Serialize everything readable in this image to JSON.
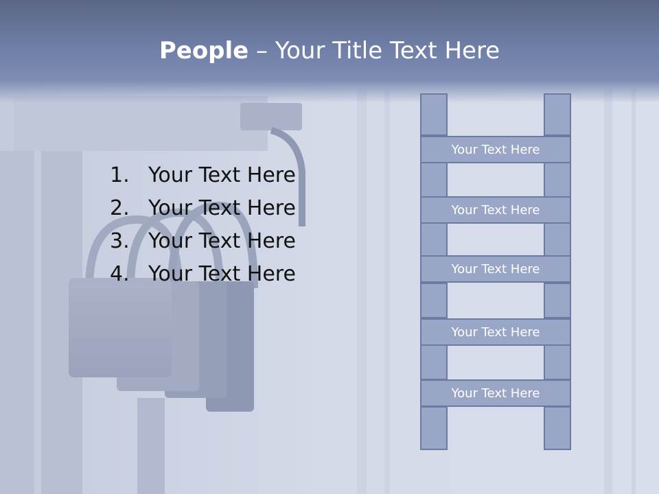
{
  "title": {
    "bold": "People",
    "separator": " – ",
    "rest": "Your Title Text Here"
  },
  "list": {
    "items": [
      {
        "num": "1.",
        "text": "Your Text Here"
      },
      {
        "num": "2.",
        "text": "Your Text Here"
      },
      {
        "num": "3.",
        "text": "Your Text Here"
      },
      {
        "num": "4.",
        "text": "Your Text Here"
      }
    ]
  },
  "ladder": {
    "rungs": [
      "Your Text Here",
      "Your Text Here",
      "Your Text Here",
      "Your Text Here",
      "Your Text Here"
    ]
  },
  "colors": {
    "title_band": "#6f7ea6",
    "ladder_fill": "#9aa6c6",
    "ladder_border": "#6b7aa2",
    "background": "#d3dae8"
  },
  "background_image": "padlocks-on-gate-photo"
}
